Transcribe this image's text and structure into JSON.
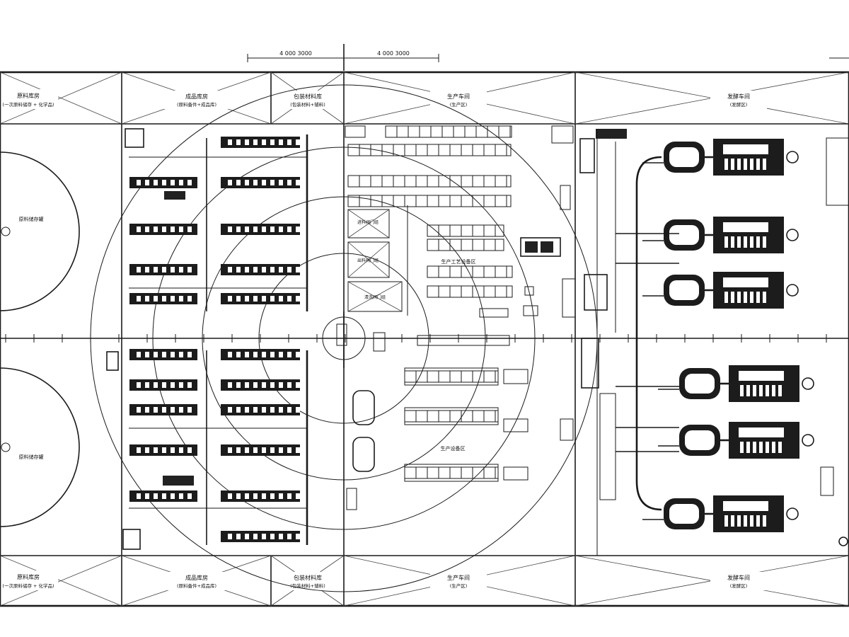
{
  "colors": {
    "ink": "#1a1a1a",
    "paper": "#ffffff",
    "block": "#222222"
  },
  "dimensions": {
    "top_left": "4 000  3000",
    "top_right": "4 000  3000"
  },
  "zones_top": [
    {
      "title": "原料库房",
      "sub": "(一次原料储存 + 化学品)"
    },
    {
      "title": "成品库房",
      "sub": "(原料备件+成品库)"
    },
    {
      "title": "包装材料库",
      "sub": "(包装材料+辅料)"
    },
    {
      "title": "生产车间",
      "sub": "(生产区)"
    },
    {
      "title": "发酵车间",
      "sub": "(发酵区)"
    }
  ],
  "zones_bottom": [
    {
      "title": "原料库房",
      "sub": "(一次原料储存 + 化学品)"
    },
    {
      "title": "成品库房",
      "sub": "(原料备件+成品库)"
    },
    {
      "title": "包装材料库",
      "sub": "(包装材料+辅料)"
    },
    {
      "title": "生产车间",
      "sub": "(生产区)"
    },
    {
      "title": "发酵车间",
      "sub": "(发酵区)"
    }
  ],
  "tanks": [
    {
      "label": "原料储存罐"
    },
    {
      "label": "原料储存罐"
    }
  ],
  "labels": {
    "process_top": "生产工艺设备区",
    "process_bottom": "生产设备区",
    "valve_a": "进料阀门组",
    "valve_b": "出料阀门组",
    "valve_c": "清洗阀门组"
  }
}
